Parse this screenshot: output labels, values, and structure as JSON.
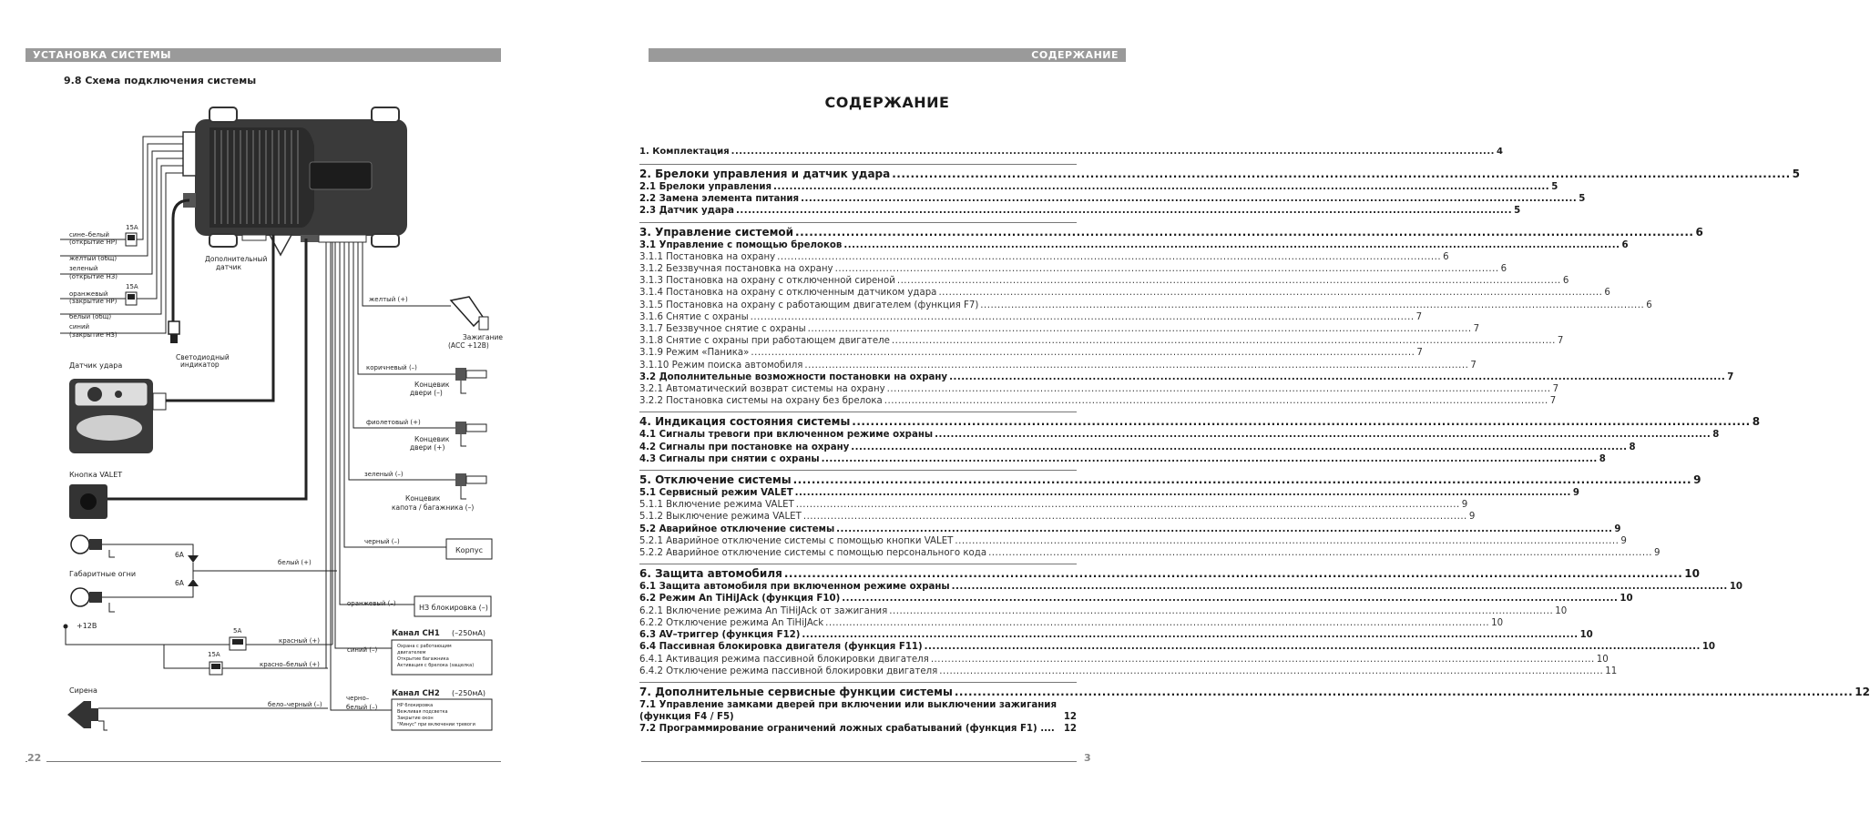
{
  "left_page": {
    "header": "УСТАНОВКА СИСТЕМЫ",
    "subtitle": "9.8 Схема подключения системы",
    "page_number": "22",
    "labels": {
      "blue_white": "сине–белый",
      "blue_white2": "(открытие НР)",
      "fuse15a_1": "15A",
      "yellow_common": "желтый (общ)",
      "green": "зеленый",
      "green2": "(открытие НЗ)",
      "orange": "оранжевый",
      "orange2": "(закрытие НР)",
      "fuse15a_2": "15A",
      "white_common": "белый (общ)",
      "blue": "синий",
      "blue2": "(закрытие НЗ)",
      "extra_sensor": "Дополнительный",
      "extra_sensor2": "датчик",
      "led": "Светодиодный",
      "led2": "индикатор",
      "shock_sensor": "Датчик удара",
      "valet_button": "Кнопка VALET",
      "fuse6a_1": "6A",
      "parking_lights": "Габаритные огни",
      "fuse6a_2": "6A",
      "plus12": "+12В",
      "fuse5a": "5A",
      "fuse15a_3": "15A",
      "siren": "Сирена",
      "yellow_plus": "желтый (+)",
      "ignition": "Зажигание",
      "ignition2": "(АСС +12В)",
      "brown_minus": "коричневый (–)",
      "door_switch": "Концевик",
      "door_switch2": "двери (–)",
      "violet_plus": "фиолетовый (+)",
      "door_switch_plus": "Концевик",
      "door_switch_plus2": "двери (+)",
      "green_minus": "зеленый (–)",
      "hood_switch": "Концевик",
      "hood_switch2": "капота / багажника (–)",
      "black_minus": "черный (–)",
      "ground": "Корпус",
      "white_plus": "белый (+)",
      "orange_minus": "оранжевый (–)",
      "nz_lock": "НЗ блокировка (–)",
      "red_plus": "красный (+)",
      "red_white_plus": "красно–белый (+)",
      "blue_minus": "синий (–)",
      "ch1_title": "Канал СН1",
      "ch1_current": "(–250мА)",
      "ch1_line1": "Охрана с работающим",
      "ch1_line2": "двигателем",
      "ch1_line3": "Открытие багажника",
      "ch1_line4": "Активация с брелока (защелка)",
      "white_black_minus": "бело–черный (–)",
      "black_white": "черно–",
      "black_white2": "белый (–)",
      "ch2_title": "Канал СН2",
      "ch2_current": "(–250мА)",
      "ch2_line1": "НР блокировка",
      "ch2_line2": "Вежливая подсветка",
      "ch2_line3": "Закрытие окон",
      "ch2_line4": "\"Минус\" при включении тревоги"
    }
  },
  "right_page": {
    "header": "СОДЕРЖАНИЕ",
    "title": "СОДЕРЖАНИЕ",
    "page_number": "3",
    "toc": [
      {
        "items": [
          {
            "level": 1,
            "text": "1. Комплектация",
            "page": "4",
            "small": true
          }
        ]
      },
      {
        "items": [
          {
            "level": 1,
            "text": "2. Брелоки управления и датчик удара",
            "page": "5"
          },
          {
            "level": 2,
            "text": "2.1 Брелоки управления",
            "page": "5"
          },
          {
            "level": 2,
            "text": "2.2 Замена элемента питания",
            "page": "5"
          },
          {
            "level": 2,
            "text": "2.3 Датчик удара",
            "page": "5"
          }
        ]
      },
      {
        "items": [
          {
            "level": 1,
            "text": "3. Управление системой",
            "page": "6"
          },
          {
            "level": 2,
            "text": "3.1 Управление с помощью брелоков",
            "page": "6"
          },
          {
            "level": 3,
            "text": "3.1.1 Постановка на охрану",
            "page": "6"
          },
          {
            "level": 3,
            "text": "3.1.2 Беззвучная постановка на охрану",
            "page": "6"
          },
          {
            "level": 3,
            "text": "3.1.3 Постановка на охрану с отключенной сиреной",
            "page": "6"
          },
          {
            "level": 3,
            "text": "3.1.4 Постановка на охрану с отключенным датчиком удара",
            "page": "6"
          },
          {
            "level": 3,
            "text": "3.1.5 Постановка на охрану с работающим двигателем (функция F7)",
            "page": "6"
          },
          {
            "level": 3,
            "text": "3.1.6 Снятие с охраны",
            "page": "7"
          },
          {
            "level": 3,
            "text": "3.1.7 Беззвучное снятие с охраны",
            "page": "7"
          },
          {
            "level": 3,
            "text": "3.1.8 Снятие с охраны при работающем двигателе",
            "page": "7"
          },
          {
            "level": 3,
            "text": "3.1.9 Режим «Паника»",
            "page": "7"
          },
          {
            "level": 3,
            "text": "3.1.10 Режим поиска автомобиля",
            "page": "7"
          },
          {
            "level": 2,
            "text": "3.2 Дополнительные возможности постановки на охрану",
            "page": "7"
          },
          {
            "level": 3,
            "text": "3.2.1 Автоматический возврат системы на охрану",
            "page": "7"
          },
          {
            "level": 3,
            "text": "3.2.2 Постановка системы на охрану без брелока",
            "page": "7"
          }
        ]
      },
      {
        "items": [
          {
            "level": 1,
            "text": "4. Индикация состояния системы",
            "page": "8"
          },
          {
            "level": 2,
            "text": "4.1 Сигналы тревоги при включенном режиме охраны",
            "page": "8"
          },
          {
            "level": 2,
            "text": "4.2 Сигналы при постановке на охрану",
            "page": "8"
          },
          {
            "level": 2,
            "text": "4.3 Сигналы при снятии с охраны",
            "page": "8"
          }
        ]
      },
      {
        "items": [
          {
            "level": 1,
            "text": "5. Отключение системы",
            "page": "9"
          },
          {
            "level": 2,
            "text": "5.1 Сервисный режим VALET",
            "page": "9"
          },
          {
            "level": 3,
            "text": "5.1.1 Включение режима VALET",
            "page": "9"
          },
          {
            "level": 3,
            "text": "5.1.2 Выключение режима VALET",
            "page": "9"
          },
          {
            "level": 2,
            "text": "5.2 Аварийное отключение системы",
            "page": "9"
          },
          {
            "level": 3,
            "text": "5.2.1 Аварийное отключение системы с помощью кнопки VALET",
            "page": "9"
          },
          {
            "level": 3,
            "text": "5.2.2 Аварийное отключение системы с помощью персонального кода",
            "page": "9"
          }
        ]
      },
      {
        "items": [
          {
            "level": 1,
            "text": "6. Защита автомобиля",
            "page": "10"
          },
          {
            "level": 2,
            "text": "6.1 Защита автомобиля при включенном режиме охраны",
            "page": "10"
          },
          {
            "level": 2,
            "text": "6.2 Режим An TiHiJAck  (функция F10)",
            "page": "10"
          },
          {
            "level": 3,
            "text": "6.2.1 Включение режима An TiHiJAck  от зажигания",
            "page": "10"
          },
          {
            "level": 3,
            "text": "6.2.2 Отключение режима An TiHiJAck",
            "page": "10"
          },
          {
            "level": 2,
            "text": "6.3 AV–триггер (функция F12)",
            "page": "10"
          },
          {
            "level": 2,
            "text": "6.4 Пассивная блокировка двигателя (функция F11)",
            "page": "10"
          },
          {
            "level": 3,
            "text": "6.4.1 Активация режима пассивной блокировки двигателя",
            "page": "10"
          },
          {
            "level": 3,
            "text": "6.4.2 Отключение режима пассивной блокировки двигателя",
            "page": "11"
          }
        ]
      },
      {
        "items": [
          {
            "level": 1,
            "text": "7. Дополнительные сервисные функции системы",
            "page": "12"
          },
          {
            "level": 2,
            "text": "7.1 Управление замками дверей при включении или выключении зажигания (функция F4 / F5)",
            "page": "12",
            "wrap": true
          },
          {
            "level": 2,
            "text": "7.2 Программирование ограничений ложных срабатываний (функция F1) ....",
            "page": "12",
            "nodots": true
          }
        ]
      }
    ]
  }
}
